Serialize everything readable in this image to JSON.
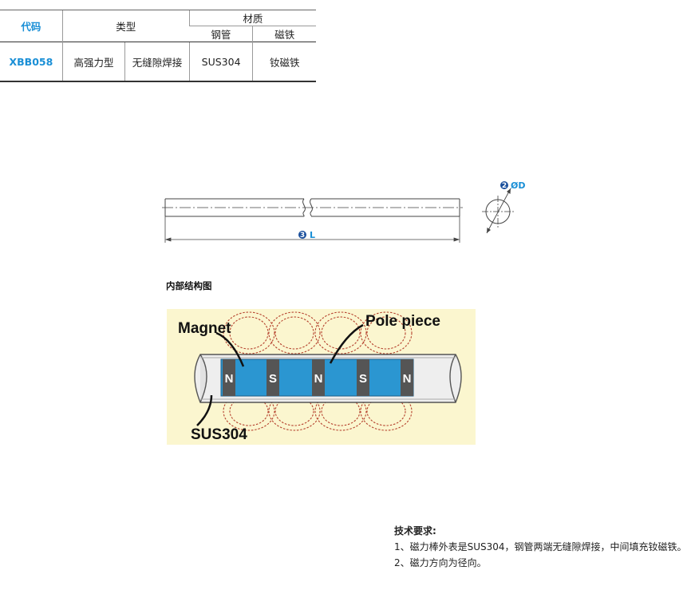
{
  "table": {
    "col_code": "代码",
    "col_type": "类型",
    "col_material": "材质",
    "col_steel": "钢管",
    "col_magnet": "磁铁",
    "row": {
      "code": "XBB058",
      "type_strength": "高强力型",
      "type_weld": "无缝隙焊接",
      "steel": "SUS304",
      "magnet": "钕磁铁"
    }
  },
  "drawing": {
    "dim_d_number": "2",
    "dim_d_label": "ØD",
    "dim_l_number": "3",
    "dim_l_label": "L"
  },
  "structure": {
    "title": "内部结构图",
    "label_magnet": "Magnet",
    "label_pole": "Pole piece",
    "label_sus": "SUS304",
    "poles": [
      "N",
      "S",
      "N",
      "S",
      "N"
    ],
    "colors": {
      "background": "#fbf6cf",
      "magnet_fill": "#2b96d1",
      "pole_fill": "#555555",
      "field_lines": "#b5422e"
    }
  },
  "notes": {
    "title": "技术要求:",
    "items": [
      "1、磁力棒外表是SUS304，钢管两端无缝隙焊接，中间填充钕磁铁。",
      "2、磁力方向为径向。"
    ]
  }
}
